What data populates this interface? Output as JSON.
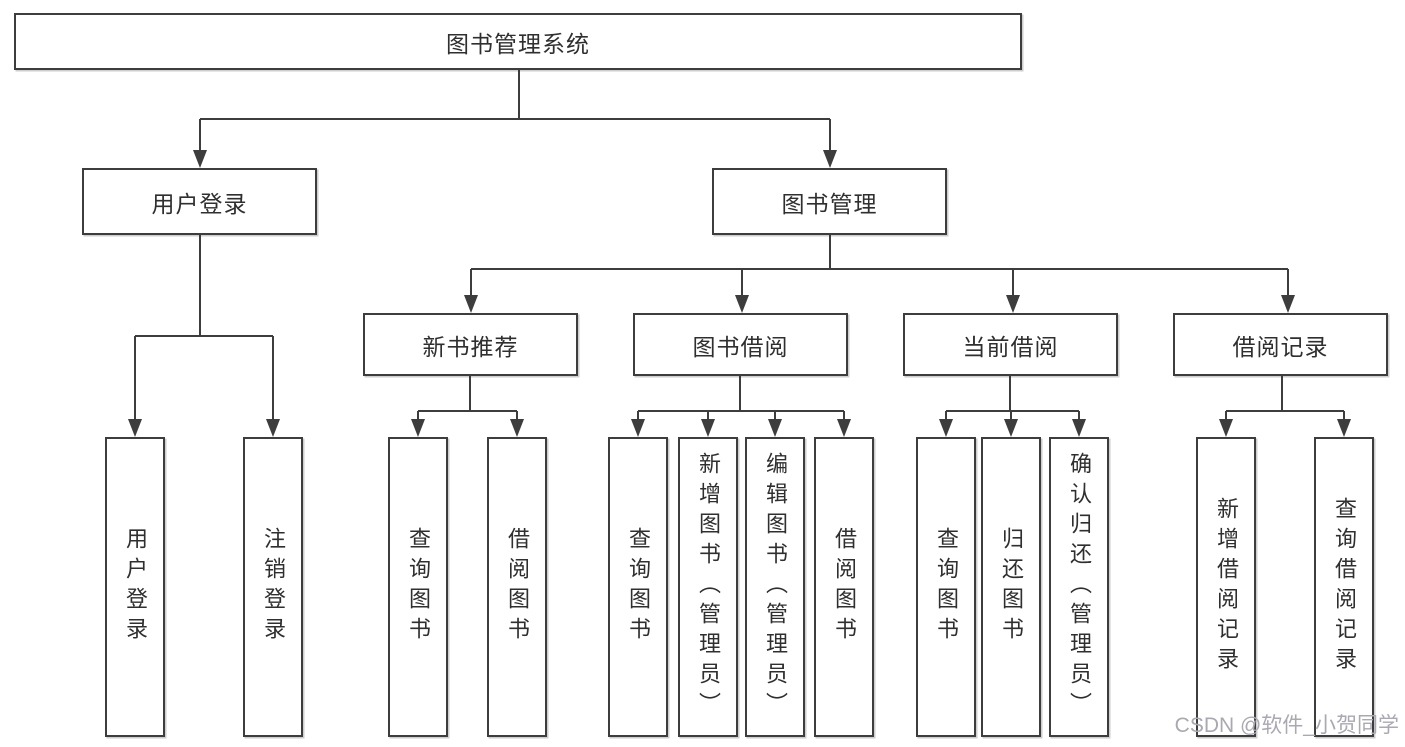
{
  "colors": {
    "line": "#3d3d3d",
    "box_background": "#ffffff",
    "text": "#2f2f2f",
    "watermark": "#a9a9b2"
  },
  "watermark": {
    "text": "CSDN @软件_小贺同学"
  },
  "tree": {
    "root": {
      "label": "图书管理系统"
    },
    "branches": [
      {
        "label": "用户登录",
        "children": [
          {
            "label": "用户登录"
          },
          {
            "label": "注销登录"
          }
        ]
      },
      {
        "label": "图书管理",
        "children": [
          {
            "label": "新书推荐",
            "children": [
              {
                "label": "查询图书"
              },
              {
                "label": "借阅图书"
              }
            ]
          },
          {
            "label": "图书借阅",
            "children": [
              {
                "label": "查询图书"
              },
              {
                "label": "新增图书（管理员）"
              },
              {
                "label": "编辑图书（管理员）"
              },
              {
                "label": "借阅图书"
              }
            ]
          },
          {
            "label": "当前借阅",
            "children": [
              {
                "label": "查询图书"
              },
              {
                "label": "归还图书"
              },
              {
                "label": "确认归还（管理员）"
              }
            ]
          },
          {
            "label": "借阅记录",
            "children": [
              {
                "label": "新增借阅记录"
              },
              {
                "label": "查询借阅记录"
              }
            ]
          }
        ]
      }
    ]
  }
}
